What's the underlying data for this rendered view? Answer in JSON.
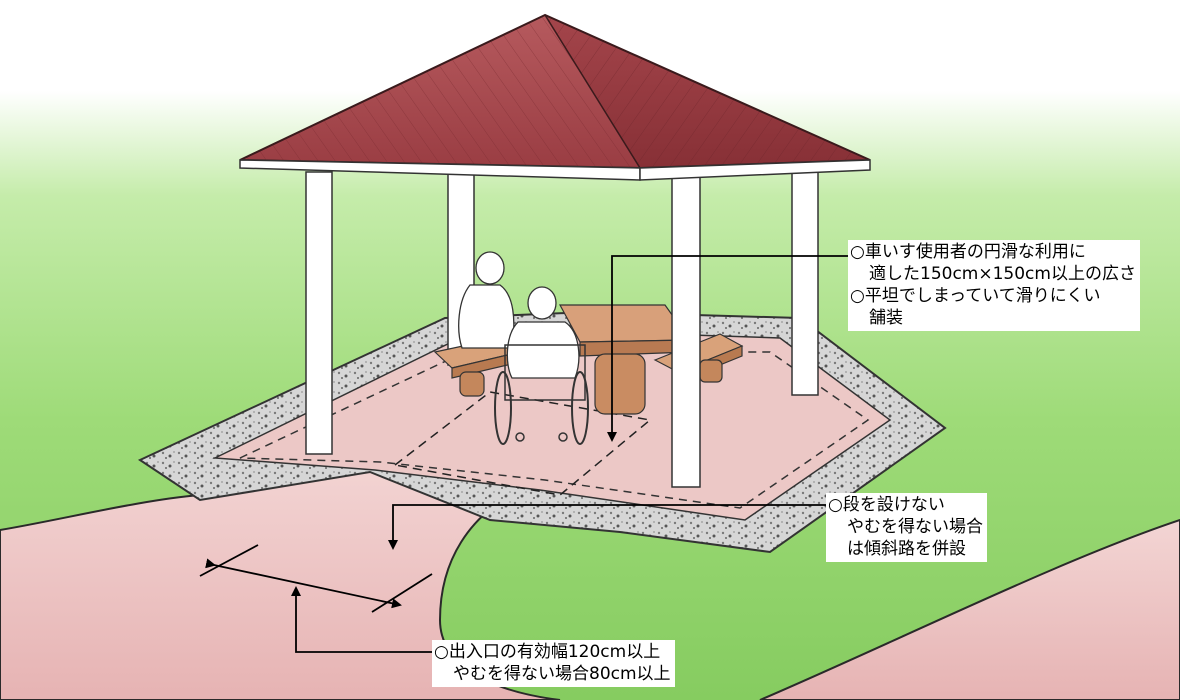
{
  "callouts": {
    "area": {
      "lines": [
        "○車いす使用者の円滑な利用に",
        "適した150cm×150cm以上の広さ",
        "○平坦でしまっていて滑りにくい",
        "舗装"
      ]
    },
    "step": {
      "lines": [
        "○段を設けない",
        "やむを得ない場合",
        "は傾斜路を併設"
      ]
    },
    "entrance": {
      "lines": [
        "○出入口の有効幅120cm以上",
        "やむを得ない場合80cm以上"
      ]
    }
  },
  "colors": {
    "roof": "#a8464c",
    "roof_dark": "#8a3238",
    "lawn": "#8fd26a",
    "path": "#ecc2c2",
    "gravel": "#cfcfcf",
    "column": "#ffffff"
  }
}
